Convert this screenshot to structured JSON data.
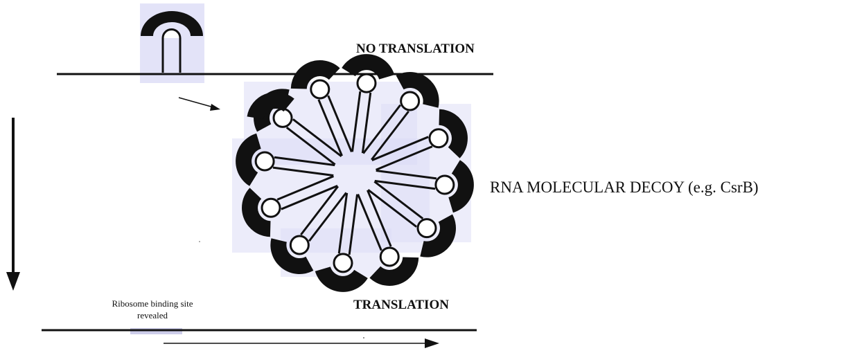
{
  "labels": {
    "no_translation": "NO TRANSLATION",
    "translation": "TRANSLATION",
    "decoy": "RNA MOLECULAR DECOY (e.g. CsrB)",
    "rbs": "Ribosome binding site revealed"
  },
  "colors": {
    "ink": "#111111",
    "highlight": "#dcdcf6"
  },
  "decoy": {
    "hairpin_count": 12
  }
}
